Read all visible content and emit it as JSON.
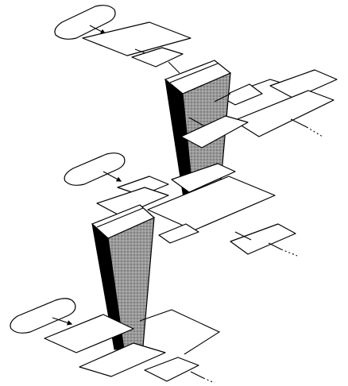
{
  "figure": {
    "type": "isometric-flowchart-illustration",
    "colors": {
      "ink": "#000000",
      "paper": "#ffffff",
      "stipple_grey": "#9a9a9a"
    },
    "flows": [
      {
        "id": "top",
        "continues_offpage": true
      },
      {
        "id": "middle",
        "continues_offpage": true
      },
      {
        "id": "bottom",
        "continues_offpage": true
      }
    ],
    "pillars": [
      {
        "id": "upper-pillar",
        "connects": [
          "top",
          "middle"
        ]
      },
      {
        "id": "lower-pillar",
        "connects": [
          "middle",
          "bottom"
        ]
      }
    ]
  }
}
